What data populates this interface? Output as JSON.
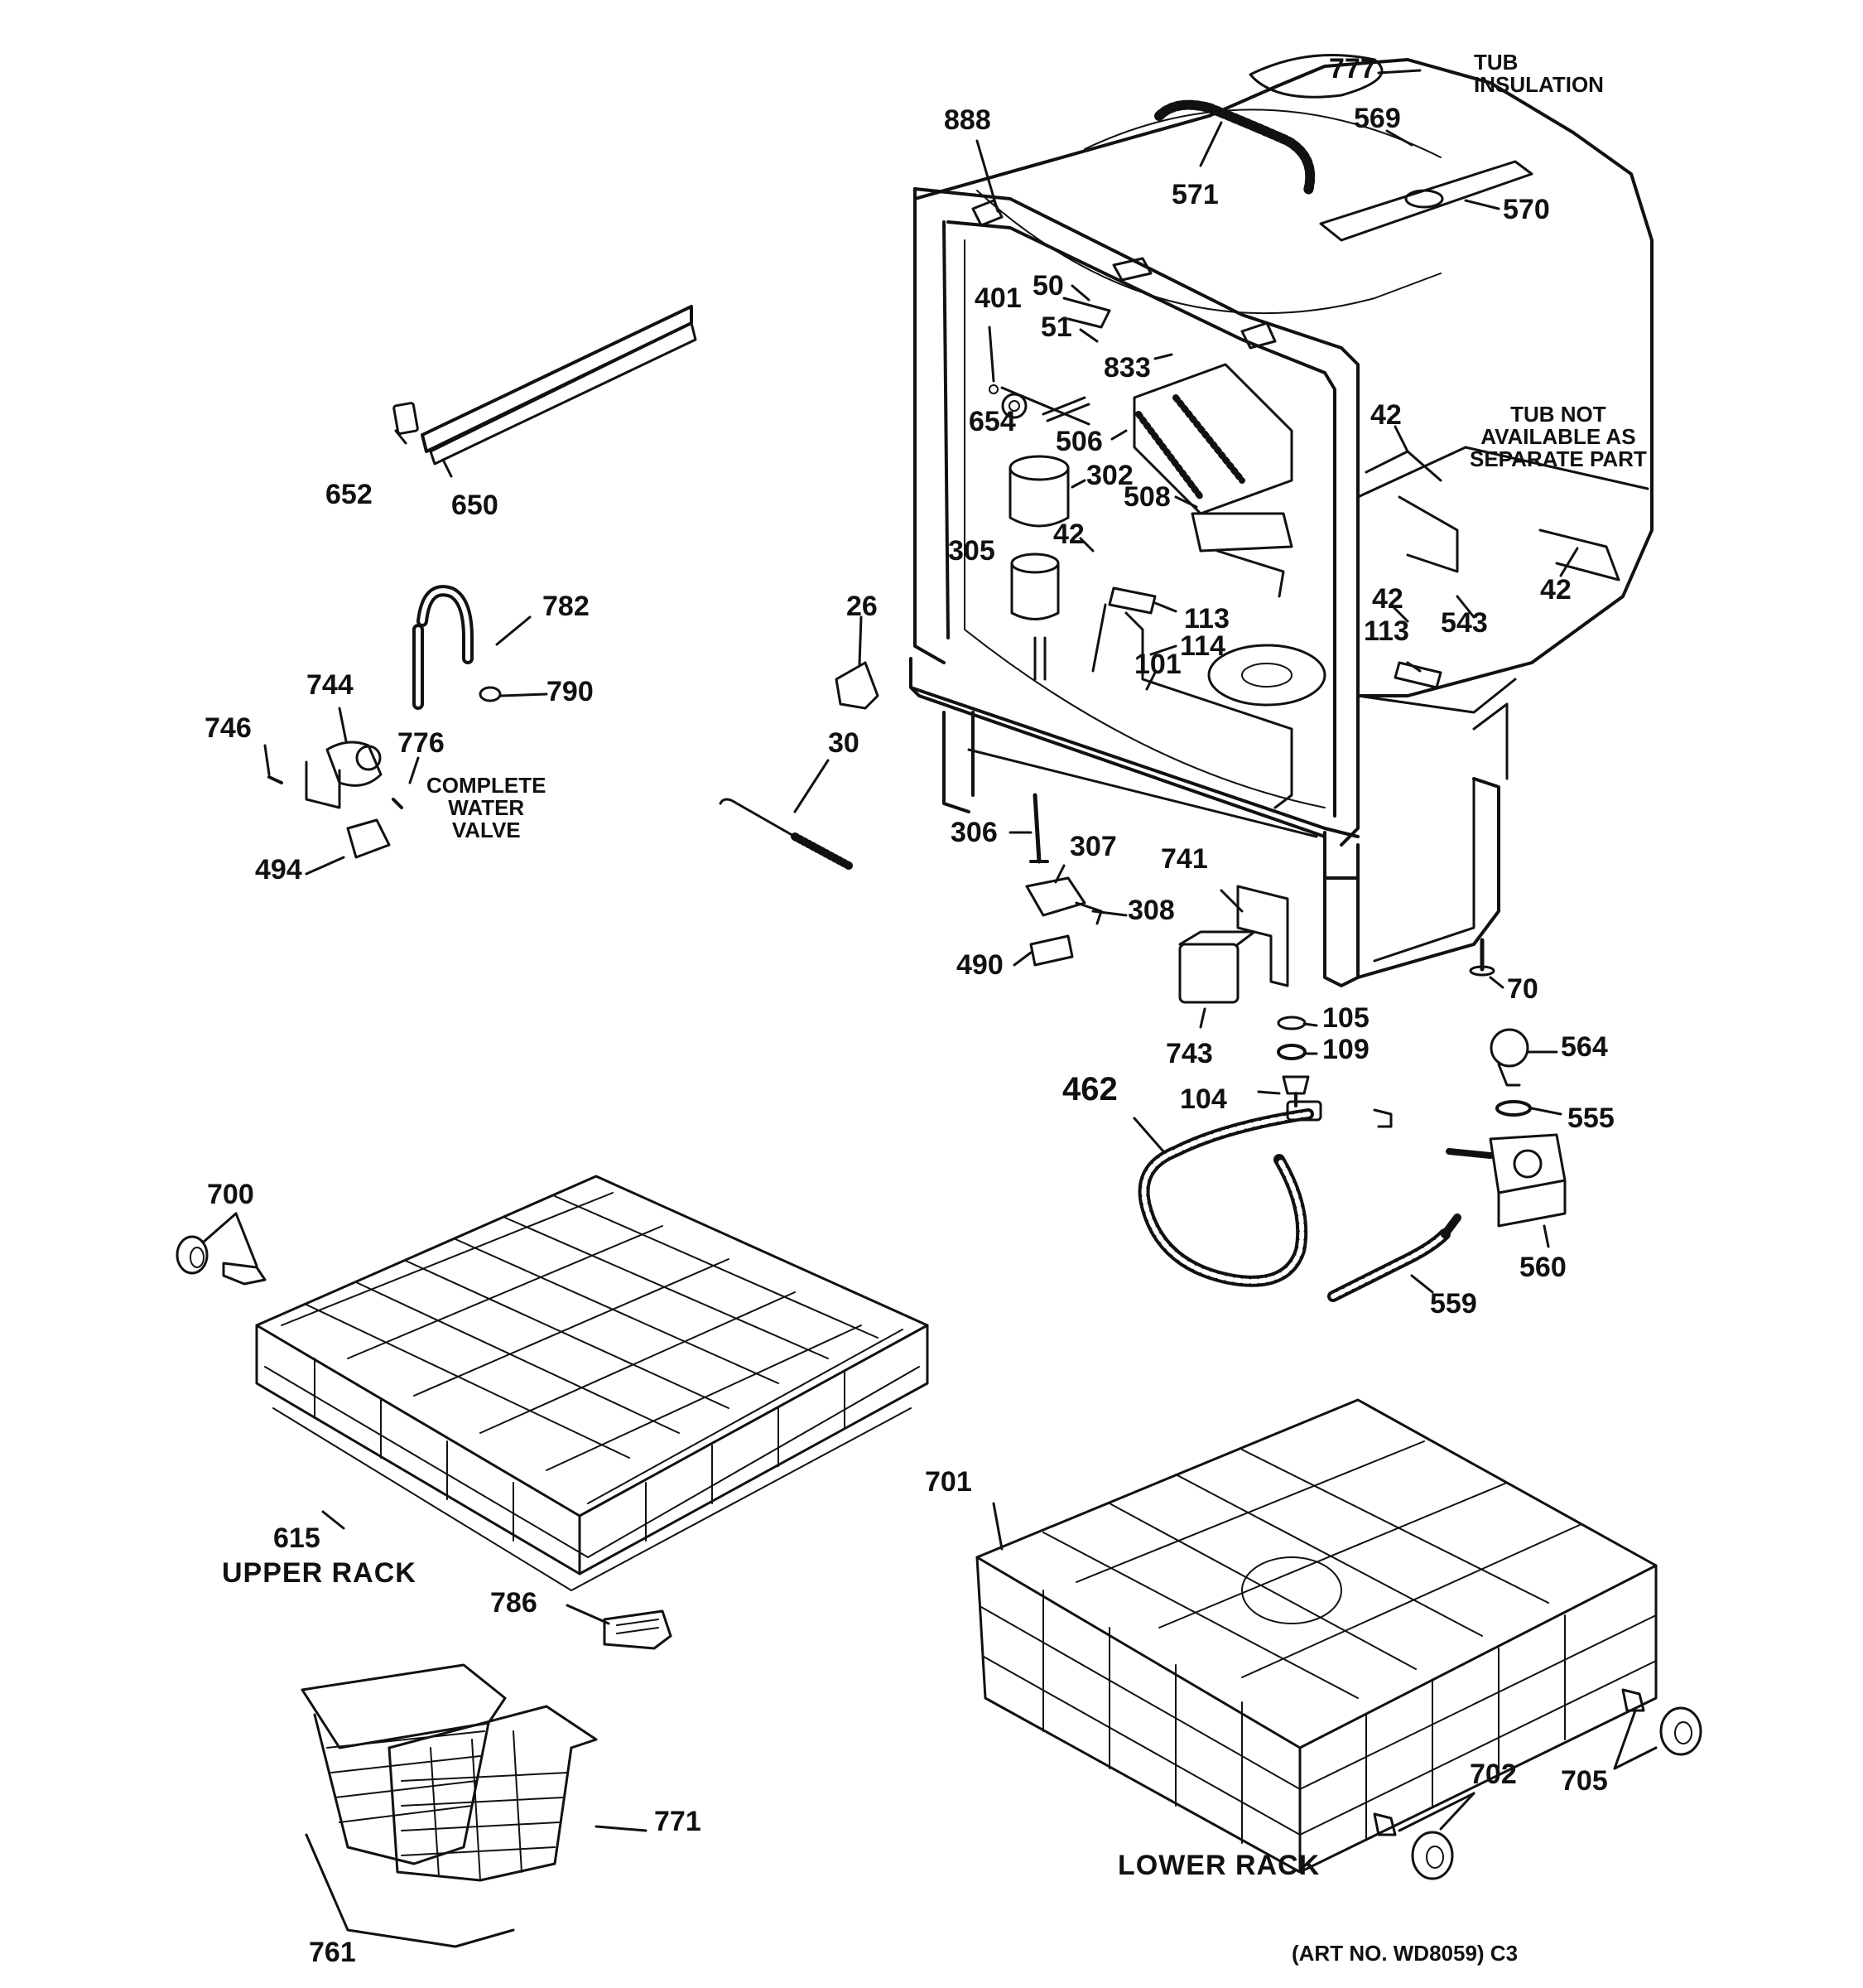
{
  "parts": {
    "p777": "777",
    "p569": "569",
    "p888": "888",
    "p571": "571",
    "p570": "570",
    "p50": "50",
    "p401": "401",
    "p51": "51",
    "p833": "833",
    "p654": "654",
    "p506": "506",
    "p42a": "42",
    "p302": "302",
    "p508": "508",
    "p42b": "42",
    "p305": "305",
    "p42c": "42",
    "p42d": "42",
    "p113a": "113",
    "p113b": "113",
    "p114": "114",
    "p101": "101",
    "p543": "543",
    "p652": "652",
    "p650": "650",
    "p782": "782",
    "p790": "790",
    "p744": "744",
    "p746": "746",
    "p776": "776",
    "p494": "494",
    "p26": "26",
    "p30": "30",
    "p306": "306",
    "p307": "307",
    "p741": "741",
    "p308": "308",
    "p490": "490",
    "p70": "70",
    "p105": "105",
    "p109": "109",
    "p743": "743",
    "p564": "564",
    "p462": "462",
    "p104": "104",
    "p555": "555",
    "p560": "560",
    "p559": "559",
    "p700": "700",
    "p615": "615",
    "p786": "786",
    "p701": "701",
    "p771": "771",
    "p702": "702",
    "p705": "705",
    "p761": "761"
  },
  "captions": {
    "tub_insulation_1": "TUB",
    "tub_insulation_2": "INSULATION",
    "tub_note_1": "TUB NOT",
    "tub_note_2": "AVAILABLE AS",
    "tub_note_3": "SEPARATE PART",
    "valve_1": "COMPLETE",
    "valve_2": "WATER",
    "valve_3": "VALVE",
    "upper_rack": "UPPER RACK",
    "lower_rack": "LOWER RACK",
    "art_no": "(ART NO. WD8059) C3"
  }
}
